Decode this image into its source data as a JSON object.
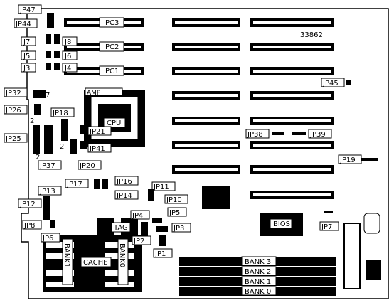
{
  "diagram": {
    "board_number": "33862",
    "slots": {
      "pc3": "PC3",
      "pc2": "PC2",
      "pc1": "PC1"
    },
    "cpu": {
      "label": "CPU",
      "amp": "AMP"
    },
    "bios": "BIOS",
    "tag": "TAG",
    "cache": {
      "label": "CACHE",
      "bank1": "BANK1",
      "bank0": "BANK0"
    },
    "memory_banks": [
      "BANK 3",
      "BANK 2",
      "BANK 1",
      "BANK 0"
    ],
    "pin_marks": {
      "jp32": "7",
      "jp26": "2",
      "jp25": "2",
      "jp37": "2",
      "jp18": "2"
    },
    "jumpers": {
      "jp47": "JP47",
      "jp44": "JP44",
      "j7": "J7",
      "j8": "J8",
      "j5": "J5",
      "j6": "J6",
      "j3": "J3",
      "j4": "J4",
      "jp32": "JP32",
      "jp26": "JP26",
      "jp25": "JP25",
      "jp18": "JP18",
      "jp21": "JP21",
      "jp41": "JP41",
      "jp20": "JP20",
      "jp37": "JP37",
      "jp45": "JP45",
      "jp38": "JP38",
      "jp39": "JP39",
      "jp19": "JP19",
      "jp17": "JP17",
      "jp16": "JP16",
      "jp14": "JP14",
      "jp11": "JP11",
      "jp10": "JP10",
      "jp13": "JP13",
      "jp12": "JP12",
      "jp8": "JP8",
      "jp6": "JP6",
      "jp4": "JP4",
      "jp5": "JP5",
      "jp3": "JP3",
      "jp2": "JP2",
      "jp1": "JP1",
      "jp7": "JP7"
    }
  }
}
